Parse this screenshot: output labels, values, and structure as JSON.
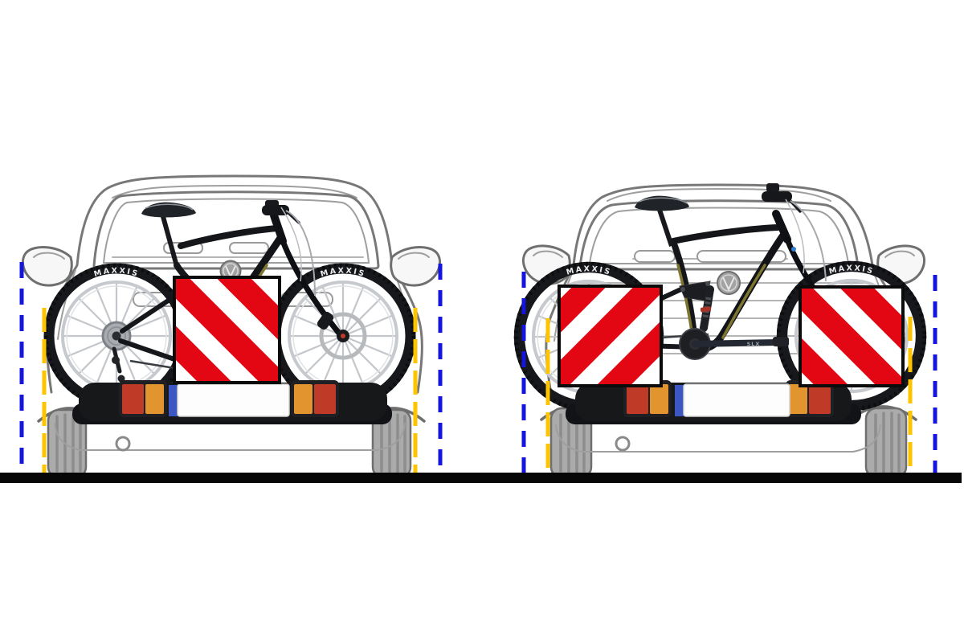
{
  "scene": {
    "description": "Two rear views of cars carrying bikes on hitch racks, comparing placement of red/white striped warning sign panels against vehicle-width and body-width guide lines",
    "background": "#ffffff",
    "tire_brand": "MAXXIS",
    "crank_label": "SLX",
    "colors": {
      "sign_red": "#e30613",
      "sign_white": "#ffffff",
      "sign_border": "#0b0b0b",
      "vehicle_width_line_blue": "#1515dd",
      "body_width_line_yellow": "#ffc400",
      "ground_black": "#070707",
      "taillight_red": "#bf3b27",
      "taillight_amber": "#e2952e",
      "plate_white": "#fdfdfd",
      "eu_band_blue": "#3c57c2"
    },
    "panels": [
      {
        "name": "single-sign-setup",
        "warning_signs": 1,
        "stripe_directions": [
          "descending"
        ]
      },
      {
        "name": "dual-sign-setup",
        "warning_signs": 2,
        "stripe_directions": [
          "ascending",
          "descending"
        ]
      }
    ]
  }
}
